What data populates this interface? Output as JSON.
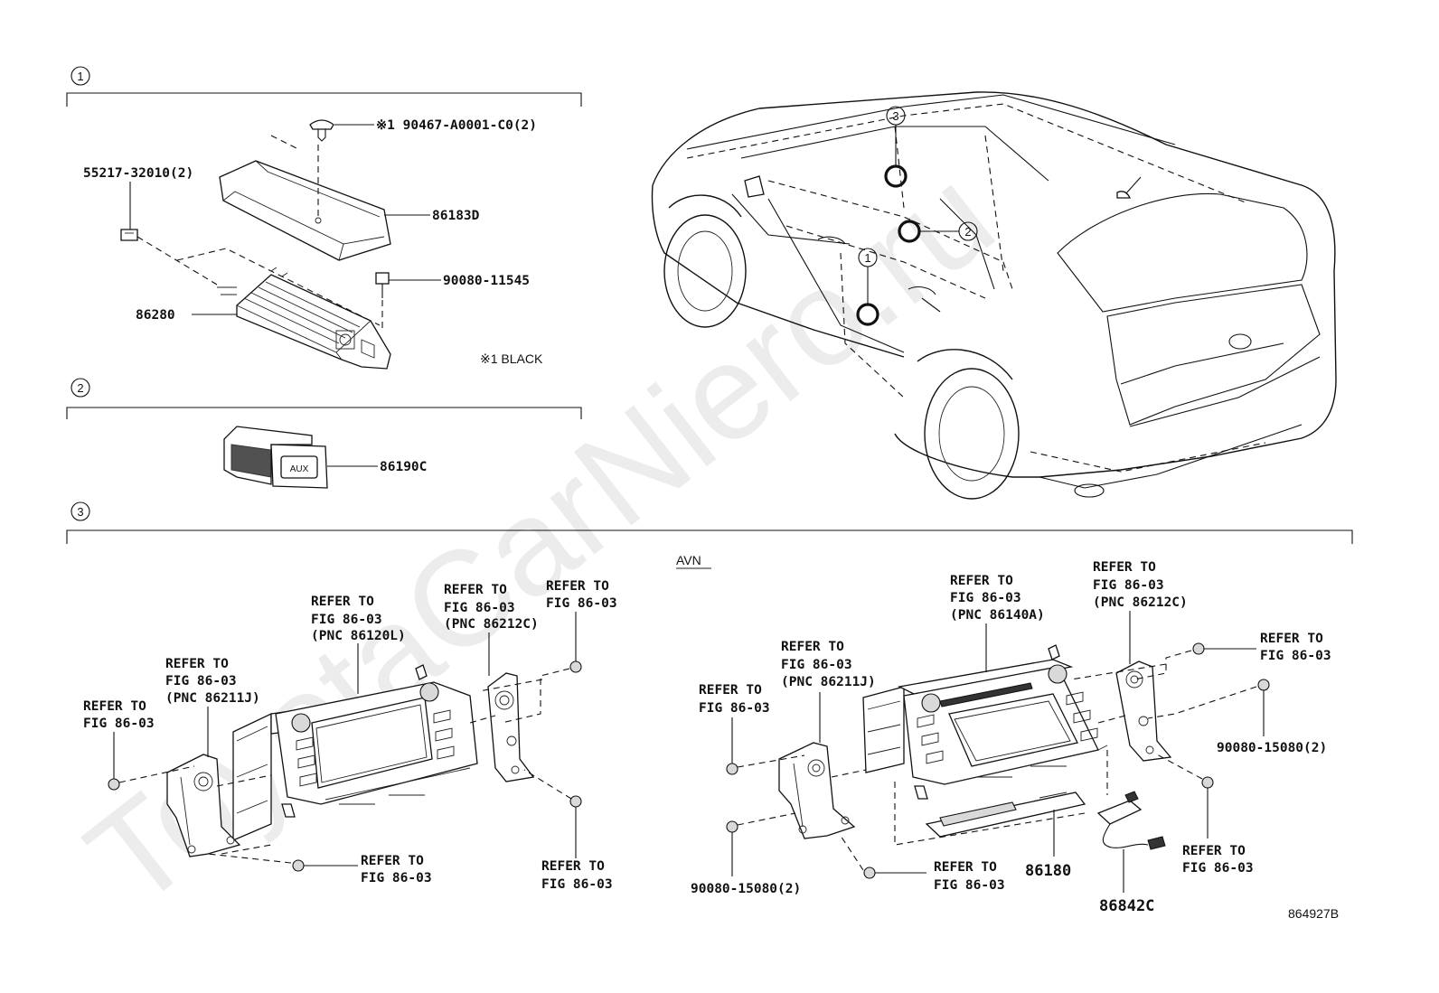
{
  "watermark": "ToyotaCarNiero.ru",
  "section_markers": [
    "1",
    "2",
    "3"
  ],
  "car_callouts": [
    "3",
    "2",
    "1"
  ],
  "section1": {
    "clip_part": "※1 90467-A0001-C0(2)",
    "cover_part": "86183D",
    "bracket_clip": "55217-32010(2)",
    "bolt_part": "90080-11545",
    "amplifier_part": "86280",
    "note": "※1 BLACK"
  },
  "section2": {
    "aux_part": "86190C",
    "aux_label": "AUX"
  },
  "section3": {
    "variant_label": "AVN",
    "left": {
      "display_ref": [
        "REFER TO",
        "FIG 86-03",
        "(PNC 86120L)"
      ],
      "right_bracket_ref": [
        "REFER TO",
        "FIG 86-03",
        "(PNC 86212C)"
      ],
      "top_screw_ref": [
        "REFER TO",
        "FIG 86-03"
      ],
      "left_bracket_ref": [
        "REFER TO",
        "FIG 86-03",
        "(PNC 86211J)"
      ],
      "left_screw_ref": [
        "REFER TO",
        "FIG 86-03"
      ],
      "bottom_screw_ref": [
        "REFER TO",
        "FIG 86-03"
      ],
      "right_screw_ref": [
        "REFER TO",
        "FIG 86-03"
      ]
    },
    "right": {
      "display_ref": [
        "REFER TO",
        "FIG 86-03",
        "(PNC 86140A)"
      ],
      "right_bracket_ref": [
        "REFER TO",
        "FIG 86-03",
        "(PNC 86212C)"
      ],
      "top_screw_ref": [
        "REFER TO",
        "FIG 86-03"
      ],
      "left_bracket_ref": [
        "REFER TO",
        "FIG 86-03",
        "(PNC 86211J)"
      ],
      "left_screw_ref": [
        "REFER TO",
        "FIG 86-03"
      ],
      "bolt_part_right": "90080-15080(2)",
      "bolt_part_left": "90080-15080(2)",
      "bottom_screw_ref": [
        "REFER TO",
        "FIG 86-03"
      ],
      "lower_right_screw_ref": [
        "REFER TO",
        "FIG 86-03"
      ],
      "usb_part": "86180",
      "connector_part": "86842C"
    }
  },
  "diagram_id": "864927B"
}
